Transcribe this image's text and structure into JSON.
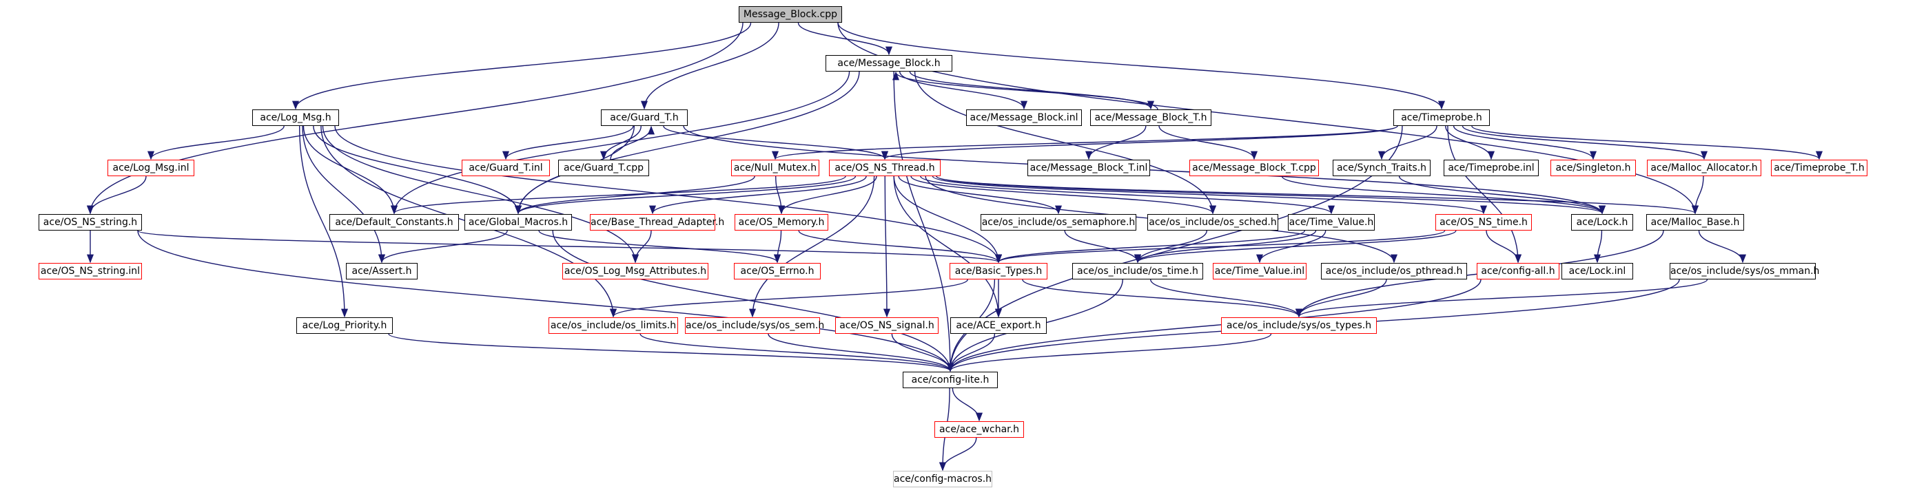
{
  "colors": {
    "edge": "#191970",
    "normal_border": "#000000",
    "incomplete_border": "#ff0000",
    "root_fill": "#bfbfbf",
    "leaf_border": "#bfbfbf"
  },
  "nodes": [
    {
      "id": "root",
      "label": "Message_Block.cpp",
      "kind": "root"
    },
    {
      "id": "mb_h",
      "label": "ace/Message_Block.h",
      "kind": "normal"
    },
    {
      "id": "log_msg_h",
      "label": "ace/Log_Msg.h",
      "kind": "normal"
    },
    {
      "id": "guard_t_h",
      "label": "ace/Guard_T.h",
      "kind": "normal"
    },
    {
      "id": "mb_inl",
      "label": "ace/Message_Block.inl",
      "kind": "normal"
    },
    {
      "id": "mb_t_h",
      "label": "ace/Message_Block_T.h",
      "kind": "normal"
    },
    {
      "id": "timeprobe_h",
      "label": "ace/Timeprobe.h",
      "kind": "normal"
    },
    {
      "id": "log_msg_inl",
      "label": "ace/Log_Msg.inl",
      "kind": "red"
    },
    {
      "id": "guard_t_inl",
      "label": "ace/Guard_T.inl",
      "kind": "red"
    },
    {
      "id": "guard_t_cpp",
      "label": "ace/Guard_T.cpp",
      "kind": "normal"
    },
    {
      "id": "null_mutex",
      "label": "ace/Null_Mutex.h",
      "kind": "red"
    },
    {
      "id": "os_ns_thread",
      "label": "ace/OS_NS_Thread.h",
      "kind": "red"
    },
    {
      "id": "mb_t_inl",
      "label": "ace/Message_Block_T.inl",
      "kind": "normal"
    },
    {
      "id": "mb_t_cpp",
      "label": "ace/Message_Block_T.cpp",
      "kind": "red"
    },
    {
      "id": "synch_traits",
      "label": "ace/Synch_Traits.h",
      "kind": "normal"
    },
    {
      "id": "timeprobe_inl",
      "label": "ace/Timeprobe.inl",
      "kind": "normal"
    },
    {
      "id": "singleton",
      "label": "ace/Singleton.h",
      "kind": "red"
    },
    {
      "id": "malloc_alloc",
      "label": "ace/Malloc_Allocator.h",
      "kind": "red"
    },
    {
      "id": "timeprobe_t",
      "label": "ace/Timeprobe_T.h",
      "kind": "red"
    },
    {
      "id": "os_ns_string_h",
      "label": "ace/OS_NS_string.h",
      "kind": "normal"
    },
    {
      "id": "default_const",
      "label": "ace/Default_Constants.h",
      "kind": "normal"
    },
    {
      "id": "global_macros",
      "label": "ace/Global_Macros.h",
      "kind": "normal"
    },
    {
      "id": "base_thread",
      "label": "ace/Base_Thread_Adapter.h",
      "kind": "red"
    },
    {
      "id": "os_memory",
      "label": "ace/OS_Memory.h",
      "kind": "red"
    },
    {
      "id": "os_semaphore",
      "label": "ace/os_include/os_semaphore.h",
      "kind": "normal"
    },
    {
      "id": "os_sched",
      "label": "ace/os_include/os_sched.h",
      "kind": "normal"
    },
    {
      "id": "time_value_h",
      "label": "ace/Time_Value.h",
      "kind": "normal"
    },
    {
      "id": "os_ns_time",
      "label": "ace/OS_NS_time.h",
      "kind": "red"
    },
    {
      "id": "lock_h",
      "label": "ace/Lock.h",
      "kind": "normal"
    },
    {
      "id": "malloc_base",
      "label": "ace/Malloc_Base.h",
      "kind": "normal"
    },
    {
      "id": "os_ns_string_inl",
      "label": "ace/OS_NS_string.inl",
      "kind": "red"
    },
    {
      "id": "assert_h",
      "label": "ace/Assert.h",
      "kind": "normal"
    },
    {
      "id": "log_msg_attr",
      "label": "ace/OS_Log_Msg_Attributes.h",
      "kind": "red"
    },
    {
      "id": "os_errno",
      "label": "ace/OS_Errno.h",
      "kind": "red"
    },
    {
      "id": "basic_types",
      "label": "ace/Basic_Types.h",
      "kind": "red"
    },
    {
      "id": "os_time_h",
      "label": "ace/os_include/os_time.h",
      "kind": "normal"
    },
    {
      "id": "time_value_inl",
      "label": "ace/Time_Value.inl",
      "kind": "red"
    },
    {
      "id": "os_pthread",
      "label": "ace/os_include/os_pthread.h",
      "kind": "normal"
    },
    {
      "id": "config_all",
      "label": "ace/config-all.h",
      "kind": "red"
    },
    {
      "id": "lock_inl",
      "label": "ace/Lock.inl",
      "kind": "normal"
    },
    {
      "id": "os_mman",
      "label": "ace/os_include/sys/os_mman.h",
      "kind": "normal"
    },
    {
      "id": "log_priority",
      "label": "ace/Log_Priority.h",
      "kind": "normal"
    },
    {
      "id": "os_limits",
      "label": "ace/os_include/os_limits.h",
      "kind": "red"
    },
    {
      "id": "os_sem",
      "label": "ace/os_include/sys/os_sem.h",
      "kind": "red"
    },
    {
      "id": "os_ns_signal",
      "label": "ace/OS_NS_signal.h",
      "kind": "red"
    },
    {
      "id": "ace_export",
      "label": "ace/ACE_export.h",
      "kind": "normal"
    },
    {
      "id": "os_types",
      "label": "ace/os_include/sys/os_types.h",
      "kind": "red"
    },
    {
      "id": "config_lite",
      "label": "ace/config-lite.h",
      "kind": "normal"
    },
    {
      "id": "ace_wchar",
      "label": "ace/ace_wchar.h",
      "kind": "red"
    },
    {
      "id": "config_macros",
      "label": "ace/config-macros.h",
      "kind": "gray"
    }
  ],
  "edges": [
    [
      "root",
      "mb_h"
    ],
    [
      "root",
      "log_msg_h"
    ],
    [
      "root",
      "guard_t_h"
    ],
    [
      "root",
      "timeprobe_h"
    ],
    [
      "root",
      "os_ns_string_h"
    ],
    [
      "root",
      "malloc_base"
    ],
    [
      "mb_h",
      "mb_inl"
    ],
    [
      "mb_h",
      "mb_t_h"
    ],
    [
      "mb_h",
      "default_const"
    ],
    [
      "mb_h",
      "global_macros"
    ],
    [
      "mb_h",
      "config_lite"
    ],
    [
      "mb_h",
      "os_sched"
    ],
    [
      "mb_t_h",
      "mb_h"
    ],
    [
      "mb_t_h",
      "mb_t_inl"
    ],
    [
      "mb_t_h",
      "mb_t_cpp"
    ],
    [
      "log_msg_h",
      "log_msg_inl"
    ],
    [
      "log_msg_h",
      "default_const"
    ],
    [
      "log_msg_h",
      "global_macros"
    ],
    [
      "log_msg_h",
      "assert_h"
    ],
    [
      "log_msg_h",
      "log_msg_attr"
    ],
    [
      "log_msg_h",
      "log_priority"
    ],
    [
      "log_msg_h",
      "os_limits"
    ],
    [
      "log_msg_h",
      "basic_types"
    ],
    [
      "log_msg_inl",
      "os_ns_string_h"
    ],
    [
      "guard_t_h",
      "guard_t_inl"
    ],
    [
      "guard_t_h",
      "guard_t_cpp"
    ],
    [
      "guard_t_h",
      "os_ns_thread"
    ],
    [
      "guard_t_h",
      "global_macros"
    ],
    [
      "guard_t_h",
      "lock_h"
    ],
    [
      "guard_t_cpp",
      "guard_t_h"
    ],
    [
      "timeprobe_h",
      "null_mutex"
    ],
    [
      "timeprobe_h",
      "os_ns_thread"
    ],
    [
      "timeprobe_h",
      "synch_traits"
    ],
    [
      "timeprobe_h",
      "timeprobe_inl"
    ],
    [
      "timeprobe_h",
      "singleton"
    ],
    [
      "timeprobe_h",
      "malloc_alloc"
    ],
    [
      "timeprobe_h",
      "timeprobe_t"
    ],
    [
      "timeprobe_h",
      "config_lite"
    ],
    [
      "timeprobe_h",
      "config_all"
    ],
    [
      "null_mutex",
      "global_macros"
    ],
    [
      "null_mutex",
      "os_memory"
    ],
    [
      "os_ns_thread",
      "default_const"
    ],
    [
      "os_ns_thread",
      "global_macros"
    ],
    [
      "os_ns_thread",
      "base_thread"
    ],
    [
      "os_ns_thread",
      "os_memory"
    ],
    [
      "os_ns_thread",
      "os_semaphore"
    ],
    [
      "os_ns_thread",
      "os_sched"
    ],
    [
      "os_ns_thread",
      "time_value_h"
    ],
    [
      "os_ns_thread",
      "os_ns_time"
    ],
    [
      "os_ns_thread",
      "lock_h"
    ],
    [
      "os_ns_thread",
      "malloc_base"
    ],
    [
      "os_ns_thread",
      "basic_types"
    ],
    [
      "os_ns_thread",
      "os_sem"
    ],
    [
      "os_ns_thread",
      "os_ns_signal"
    ],
    [
      "os_ns_thread",
      "ace_export"
    ],
    [
      "os_ns_thread",
      "os_pthread"
    ],
    [
      "mb_t_cpp",
      "lock_h"
    ],
    [
      "synch_traits",
      "lock_h"
    ],
    [
      "malloc_alloc",
      "malloc_base"
    ],
    [
      "os_ns_string_h",
      "os_ns_string_inl"
    ],
    [
      "os_ns_string_h",
      "config_lite"
    ],
    [
      "os_ns_string_h",
      "basic_types"
    ],
    [
      "global_macros",
      "assert_h"
    ],
    [
      "global_macros",
      "os_errno"
    ],
    [
      "global_macros",
      "config_lite"
    ],
    [
      "base_thread",
      "log_msg_attr"
    ],
    [
      "os_memory",
      "os_errno"
    ],
    [
      "os_memory",
      "basic_types"
    ],
    [
      "os_semaphore",
      "os_time_h"
    ],
    [
      "os_sched",
      "os_time_h"
    ],
    [
      "time_value_h",
      "basic_types"
    ],
    [
      "time_value_h",
      "os_time_h"
    ],
    [
      "time_value_h",
      "time_value_inl"
    ],
    [
      "os_ns_time",
      "basic_types"
    ],
    [
      "os_ns_time",
      "os_time_h"
    ],
    [
      "os_ns_time",
      "config_all"
    ],
    [
      "lock_h",
      "lock_inl"
    ],
    [
      "malloc_base",
      "os_mman"
    ],
    [
      "malloc_base",
      "os_types"
    ],
    [
      "basic_types",
      "os_limits"
    ],
    [
      "basic_types",
      "os_types"
    ],
    [
      "basic_types",
      "ace_export"
    ],
    [
      "basic_types",
      "config_lite"
    ],
    [
      "os_time_h",
      "os_types"
    ],
    [
      "os_time_h",
      "config_lite"
    ],
    [
      "os_pthread",
      "os_types"
    ],
    [
      "config_all",
      "config_lite"
    ],
    [
      "os_mman",
      "os_types"
    ],
    [
      "os_mman",
      "config_lite"
    ],
    [
      "log_priority",
      "config_lite"
    ],
    [
      "os_limits",
      "config_lite"
    ],
    [
      "os_sem",
      "config_lite"
    ],
    [
      "os_ns_signal",
      "config_lite"
    ],
    [
      "ace_export",
      "config_lite"
    ],
    [
      "os_types",
      "config_lite"
    ],
    [
      "config_lite",
      "ace_wchar"
    ],
    [
      "config_lite",
      "config_macros"
    ],
    [
      "ace_wchar",
      "config_macros"
    ]
  ]
}
